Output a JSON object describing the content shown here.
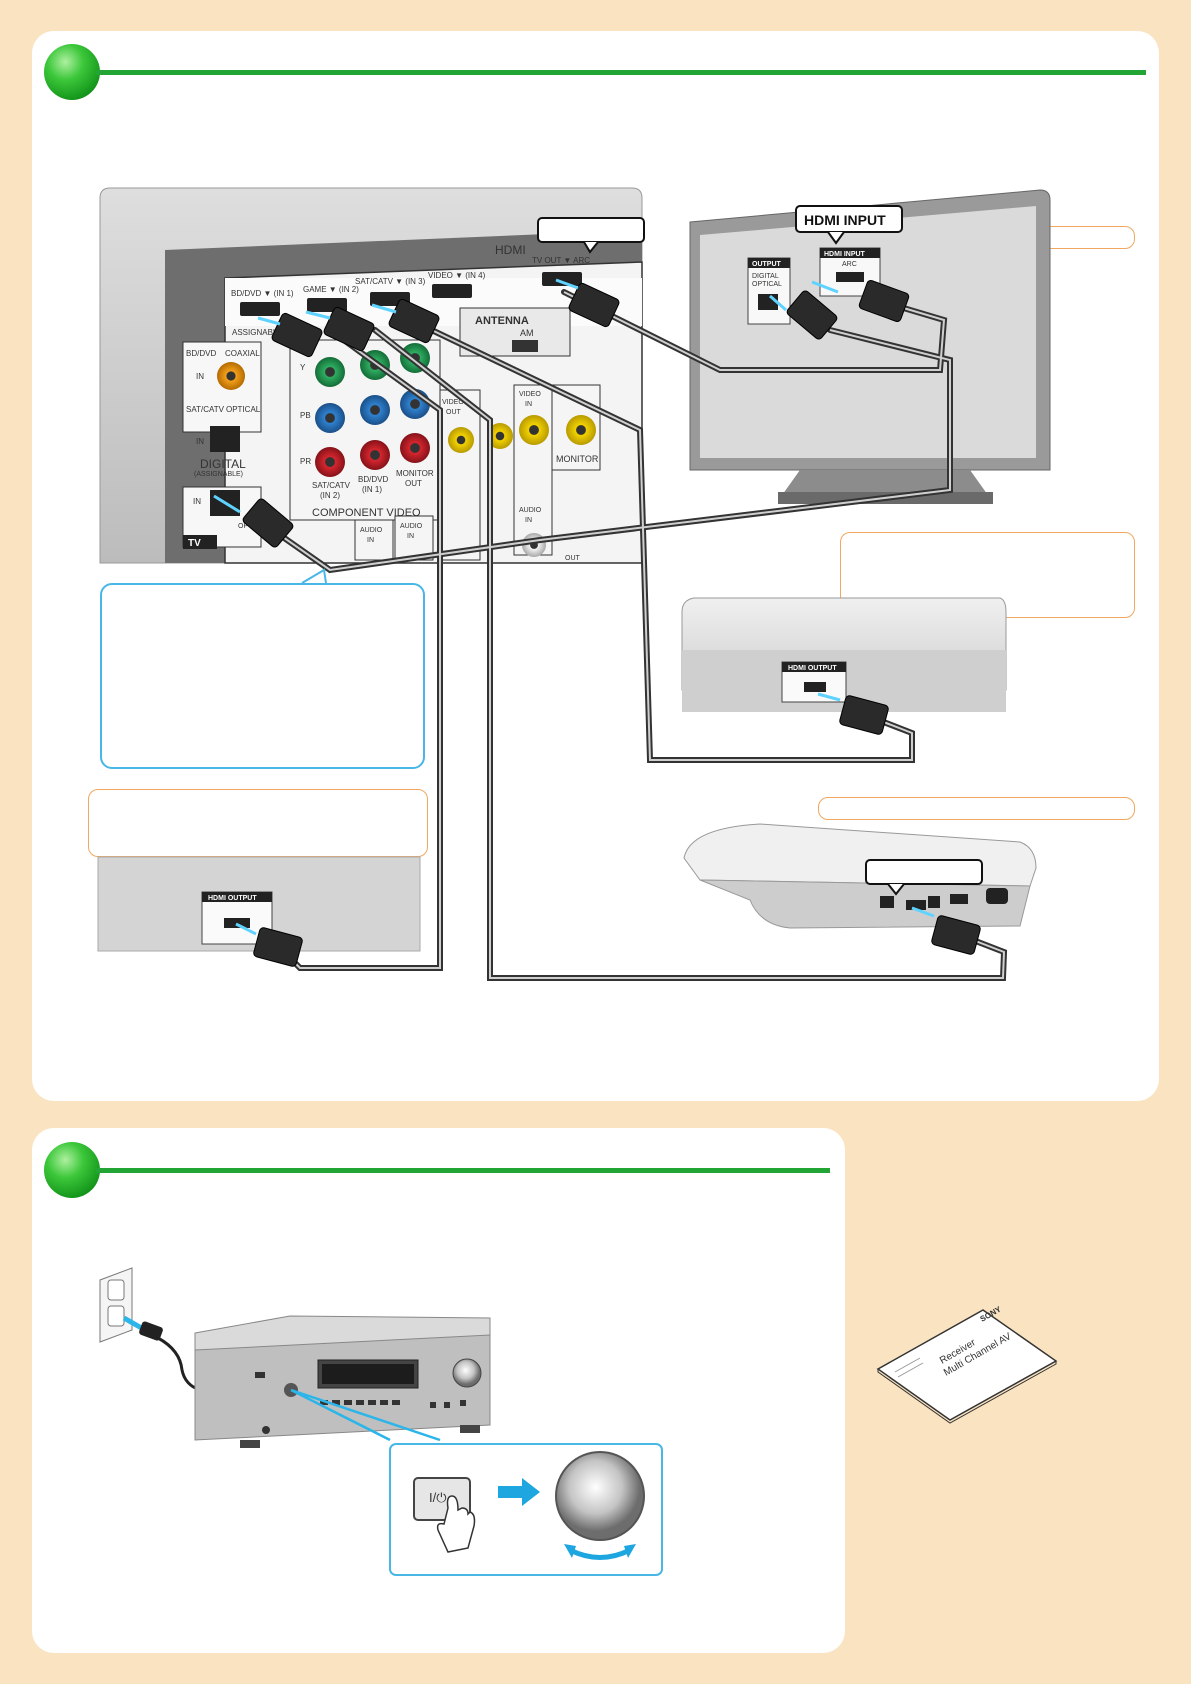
{
  "colors": {
    "page_background": "#fae3c1",
    "panel_background": "#ffffff",
    "step_green": "#22a535",
    "callout_orange": "#f0a860",
    "callout_blue": "#49b7e6",
    "cable": "#333333"
  },
  "receiver_rear": {
    "hdmi_section": "HDMI",
    "inputs": [
      "BD/DVD ▼ (IN 1)",
      "GAME ▼ (IN 2)",
      "SAT/CATV ▼ (IN 3)",
      "VIDEO ▼ (IN 4)"
    ],
    "tv_out": "TV OUT ▼ ARC",
    "assignable": "ASSIGNABLE",
    "antenna": "ANTENNA",
    "am": "AM",
    "bd_dvd": "BD/DVD",
    "coaxial": "COAXIAL",
    "sat_catv": "SAT/CATV",
    "optical": "OPTICAL",
    "in": "IN",
    "digital": "DIGITAL",
    "digital_assignable": "(ASSIGNABLE)",
    "tv": "TV",
    "opt": "OPT",
    "y": "Y",
    "pb": "PB",
    "pr": "PR",
    "sat_catv_in2": [
      "SAT/CATV",
      "(IN 2)"
    ],
    "bd_dvd_in1": [
      "BD/DVD",
      "(IN 1)"
    ],
    "monitor_out": [
      "MONITOR",
      "OUT"
    ],
    "component_video": "COMPONENT VIDEO",
    "video_in": [
      "VIDEO",
      "IN"
    ],
    "video_out": [
      "VIDEO",
      "OUT"
    ],
    "monitor": "MONITOR",
    "audio_in": [
      "AUDIO",
      "IN"
    ],
    "out": "OUT"
  },
  "tv": {
    "hdmi_input_label": "HDMI INPUT",
    "output_label": "OUTPUT",
    "digital_optical": [
      "DIGITAL",
      "OPTICAL"
    ],
    "hdmi_input_small": "HDMI INPUT",
    "arc": "ARC"
  },
  "devices": {
    "hdmi_output_label": "HDMI OUTPUT"
  },
  "manual": {
    "brand": "SONY",
    "title_lines": [
      "Multi Channel AV",
      "Receiver"
    ]
  },
  "power": {
    "button_symbol": "I/⏻"
  }
}
